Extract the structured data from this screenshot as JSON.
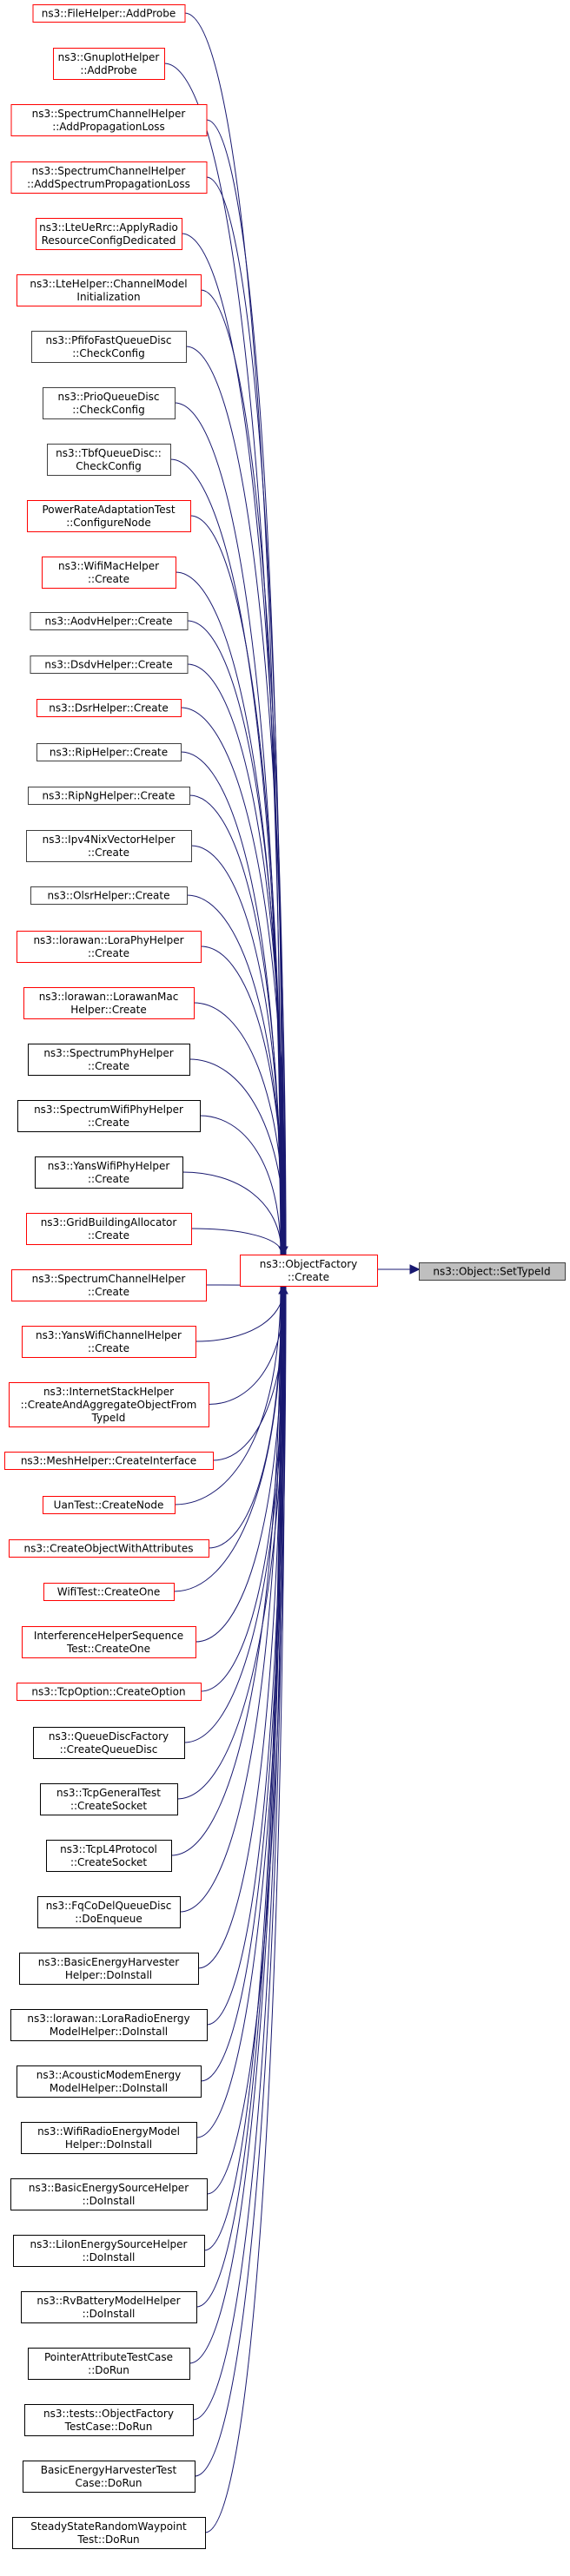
{
  "colors": {
    "edge": "#191970",
    "border_red": "#ff0000",
    "border_gray": "#404040",
    "border_black": "#000000",
    "focus_fill": "#bfbfbf"
  },
  "target": {
    "label": [
      "ns3::Object::SetTypeId"
    ],
    "style": "focus"
  },
  "hub": {
    "label": [
      "ns3::ObjectFactory",
      "::Create"
    ],
    "style": "red"
  },
  "callers": [
    {
      "label": [
        "ns3::FileHelper::AddProbe"
      ],
      "style": "red"
    },
    {
      "label": [
        "ns3::GnuplotHelper",
        "::AddProbe"
      ],
      "style": "red"
    },
    {
      "label": [
        "ns3::SpectrumChannelHelper",
        "::AddPropagationLoss"
      ],
      "style": "red"
    },
    {
      "label": [
        "ns3::SpectrumChannelHelper",
        "::AddSpectrumPropagationLoss"
      ],
      "style": "red"
    },
    {
      "label": [
        "ns3::LteUeRrc::ApplyRadio",
        "ResourceConfigDedicated"
      ],
      "style": "red"
    },
    {
      "label": [
        "ns3::LteHelper::ChannelModel",
        "Initialization"
      ],
      "style": "red"
    },
    {
      "label": [
        "ns3::PfifoFastQueueDisc",
        "::CheckConfig"
      ],
      "style": "gray"
    },
    {
      "label": [
        "ns3::PrioQueueDisc",
        "::CheckConfig"
      ],
      "style": "gray"
    },
    {
      "label": [
        "ns3::TbfQueueDisc::",
        "CheckConfig"
      ],
      "style": "gray"
    },
    {
      "label": [
        "PowerRateAdaptationTest",
        "::ConfigureNode"
      ],
      "style": "red"
    },
    {
      "label": [
        "ns3::WifiMacHelper",
        "::Create"
      ],
      "style": "red"
    },
    {
      "label": [
        "ns3::AodvHelper::Create"
      ],
      "style": "gray"
    },
    {
      "label": [
        "ns3::DsdvHelper::Create"
      ],
      "style": "gray"
    },
    {
      "label": [
        "ns3::DsrHelper::Create"
      ],
      "style": "red"
    },
    {
      "label": [
        "ns3::RipHelper::Create"
      ],
      "style": "gray"
    },
    {
      "label": [
        "ns3::RipNgHelper::Create"
      ],
      "style": "gray"
    },
    {
      "label": [
        "ns3::Ipv4NixVectorHelper",
        "::Create"
      ],
      "style": "gray"
    },
    {
      "label": [
        "ns3::OlsrHelper::Create"
      ],
      "style": "gray"
    },
    {
      "label": [
        "ns3::lorawan::LoraPhyHelper",
        "::Create"
      ],
      "style": "red"
    },
    {
      "label": [
        "ns3::lorawan::LorawanMac",
        "Helper::Create"
      ],
      "style": "red"
    },
    {
      "label": [
        "ns3::SpectrumPhyHelper",
        "::Create"
      ],
      "style": "black"
    },
    {
      "label": [
        "ns3::SpectrumWifiPhyHelper",
        "::Create"
      ],
      "style": "black"
    },
    {
      "label": [
        "ns3::YansWifiPhyHelper",
        "::Create"
      ],
      "style": "black"
    },
    {
      "label": [
        "ns3::GridBuildingAllocator",
        "::Create"
      ],
      "style": "red"
    },
    {
      "label": [
        "ns3::SpectrumChannelHelper",
        "::Create"
      ],
      "style": "red"
    },
    {
      "label": [
        "ns3::YansWifiChannelHelper",
        "::Create"
      ],
      "style": "red"
    },
    {
      "label": [
        "ns3::InternetStackHelper",
        "::CreateAndAggregateObjectFrom",
        "TypeId"
      ],
      "style": "red"
    },
    {
      "label": [
        "ns3::MeshHelper::CreateInterface"
      ],
      "style": "red"
    },
    {
      "label": [
        "UanTest::CreateNode"
      ],
      "style": "red"
    },
    {
      "label": [
        "ns3::CreateObjectWithAttributes"
      ],
      "style": "red"
    },
    {
      "label": [
        "WifiTest::CreateOne"
      ],
      "style": "red"
    },
    {
      "label": [
        "InterferenceHelperSequence",
        "Test::CreateOne"
      ],
      "style": "red"
    },
    {
      "label": [
        "ns3::TcpOption::CreateOption"
      ],
      "style": "red"
    },
    {
      "label": [
        "ns3::QueueDiscFactory",
        "::CreateQueueDisc"
      ],
      "style": "black"
    },
    {
      "label": [
        "ns3::TcpGeneralTest",
        "::CreateSocket"
      ],
      "style": "black"
    },
    {
      "label": [
        "ns3::TcpL4Protocol",
        "::CreateSocket"
      ],
      "style": "black"
    },
    {
      "label": [
        "ns3::FqCoDelQueueDisc",
        "::DoEnqueue"
      ],
      "style": "black"
    },
    {
      "label": [
        "ns3::BasicEnergyHarvester",
        "Helper::DoInstall"
      ],
      "style": "black"
    },
    {
      "label": [
        "ns3::lorawan::LoraRadioEnergy",
        "ModelHelper::DoInstall"
      ],
      "style": "black"
    },
    {
      "label": [
        "ns3::AcousticModemEnergy",
        "ModelHelper::DoInstall"
      ],
      "style": "black"
    },
    {
      "label": [
        "ns3::WifiRadioEnergyModel",
        "Helper::DoInstall"
      ],
      "style": "black"
    },
    {
      "label": [
        "ns3::BasicEnergySourceHelper",
        "::DoInstall"
      ],
      "style": "black"
    },
    {
      "label": [
        "ns3::LiIonEnergySourceHelper",
        "::DoInstall"
      ],
      "style": "black"
    },
    {
      "label": [
        "ns3::RvBatteryModelHelper",
        "::DoInstall"
      ],
      "style": "black"
    },
    {
      "label": [
        "PointerAttributeTestCase",
        "::DoRun"
      ],
      "style": "black"
    },
    {
      "label": [
        "ns3::tests::ObjectFactory",
        "TestCase::DoRun"
      ],
      "style": "black"
    },
    {
      "label": [
        "BasicEnergyHarvesterTest",
        "Case::DoRun"
      ],
      "style": "black"
    },
    {
      "label": [
        "SteadyStateRandomWaypoint",
        "Test::DoRun"
      ],
      "style": "black"
    }
  ]
}
